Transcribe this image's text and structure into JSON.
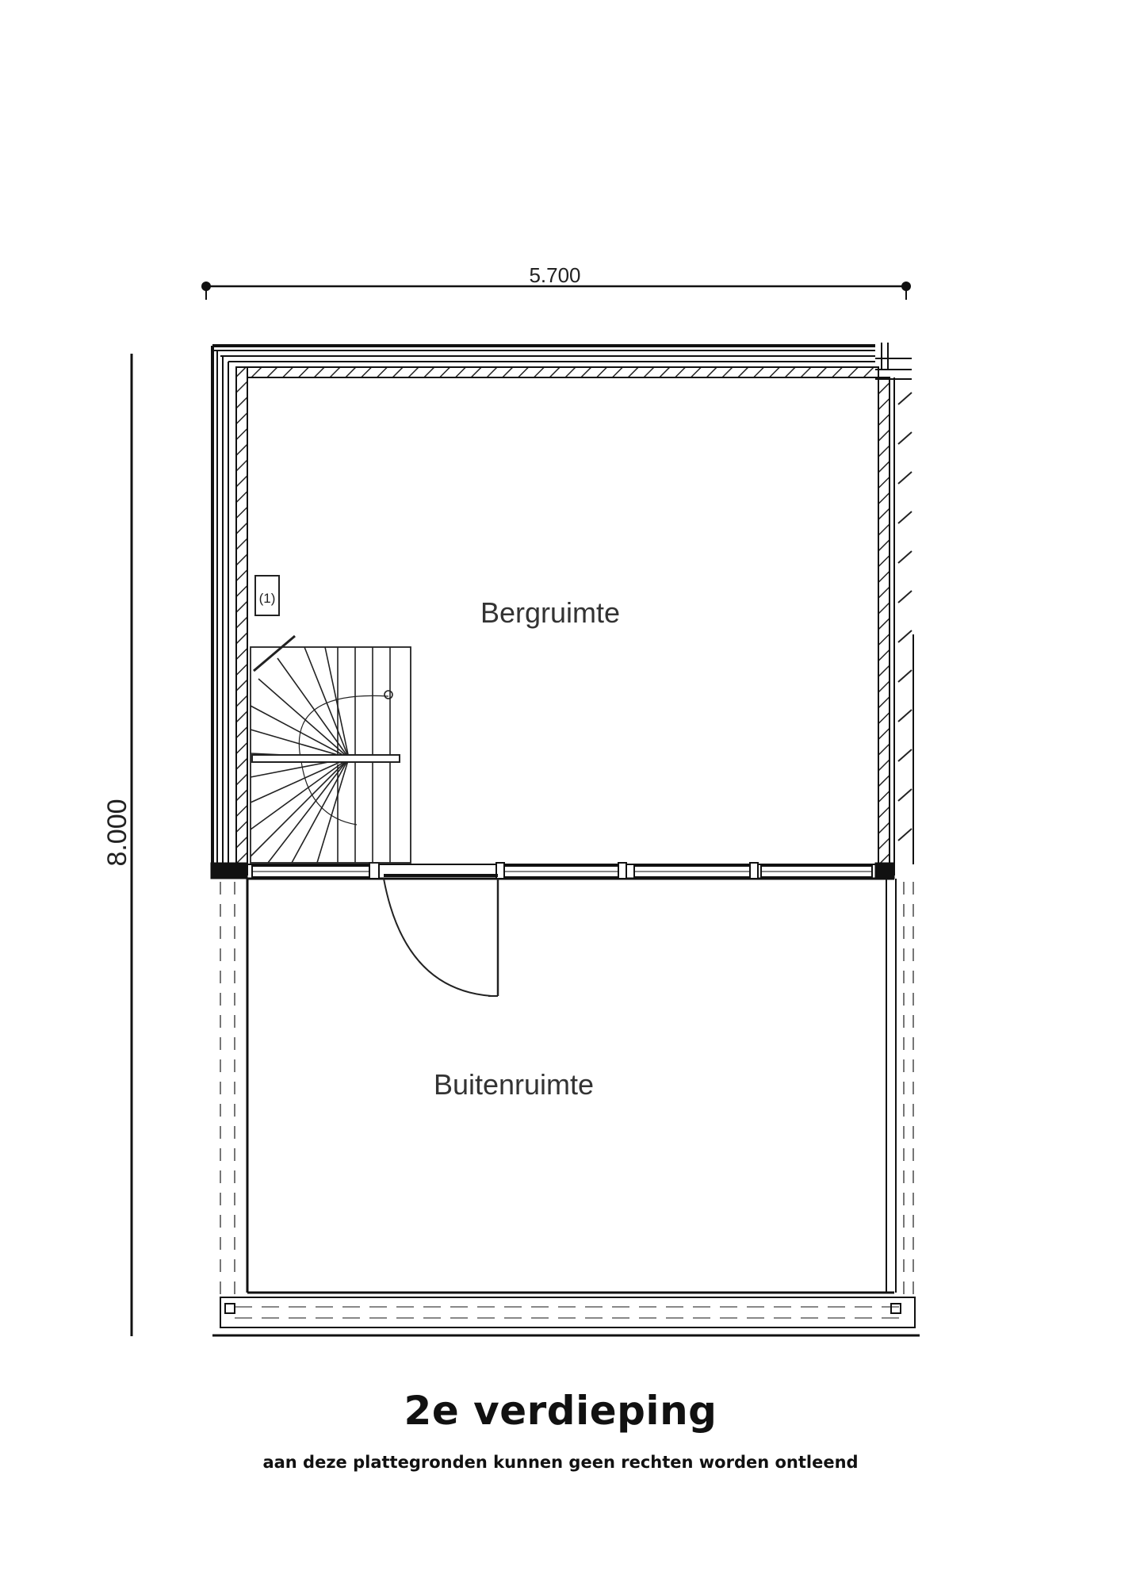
{
  "dimensions": {
    "width_label": "5.700",
    "height_label": "8.000"
  },
  "rooms": {
    "storage": "Bergruimte",
    "outdoor": "Buitenruimte"
  },
  "stair_marker": "(1)",
  "floor_title": "2e verdieping",
  "disclaimer": "aan deze plattegronden kunnen geen rechten worden ontleend",
  "colors": {
    "line": "#1a1a1a",
    "dashed": "#777777"
  }
}
